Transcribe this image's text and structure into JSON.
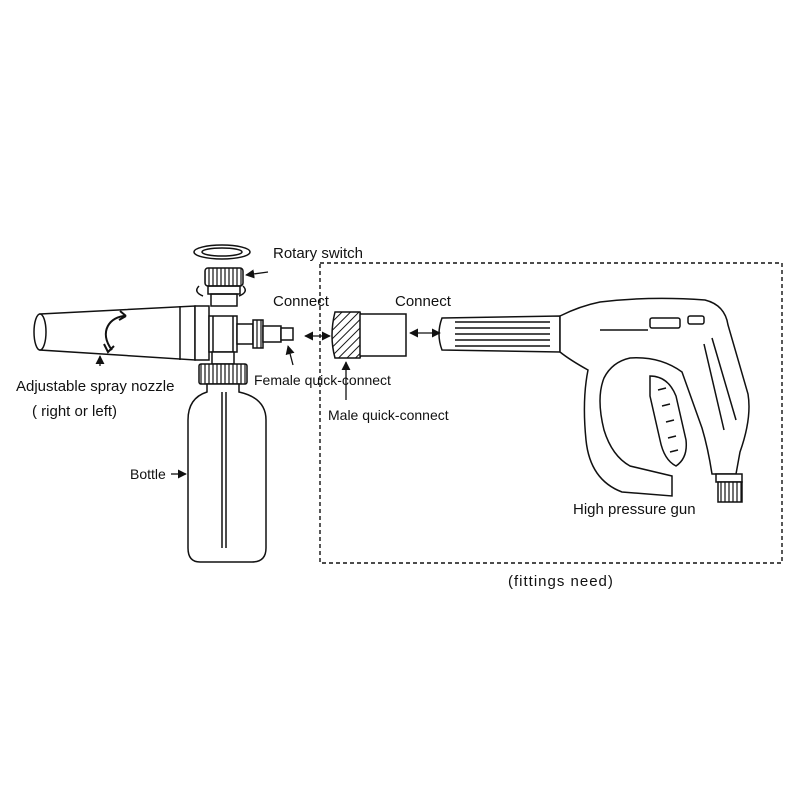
{
  "labels": {
    "rotary_switch": "Rotary switch",
    "connect_left": "Connect",
    "connect_right": "Connect",
    "adjustable_nozzle": "Adjustable spray nozzle",
    "right_or_left": "( right or left)",
    "female_qc": "Female quick-connect",
    "male_qc": "Male quick-connect",
    "bottle": "Bottle",
    "high_pressure_gun": "High pressure gun",
    "fittings_need": "(fittings need)"
  },
  "colors": {
    "line": "#111111",
    "background": "#ffffff"
  }
}
